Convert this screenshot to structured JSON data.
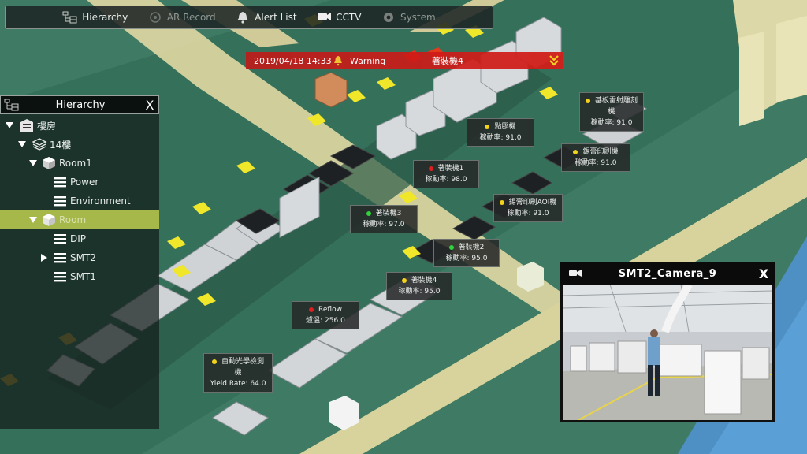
{
  "topbar": {
    "items": [
      {
        "label": "Hierarchy",
        "icon": "hierarchy-icon",
        "active": true
      },
      {
        "label": "AR Record",
        "icon": "ar-record-icon",
        "active": false
      },
      {
        "label": "Alert List",
        "icon": "bell-icon",
        "active": true
      },
      {
        "label": "CCTV",
        "icon": "camera-icon",
        "active": true
      },
      {
        "label": "System",
        "icon": "gear-icon",
        "active": false
      }
    ]
  },
  "alert": {
    "timestamp": "2019/04/18 14:33",
    "level": "Warning",
    "source": "著裝機4",
    "color": "#d01818"
  },
  "hierarchy": {
    "title": "Hierarchy",
    "close": "X",
    "items": [
      {
        "label": "樓房",
        "icon": "building-icon"
      },
      {
        "label": "14樓",
        "icon": "layers-icon"
      },
      {
        "label": "Room1",
        "icon": "cube-icon"
      },
      {
        "label": "Power",
        "icon": "list-icon"
      },
      {
        "label": "Environment",
        "icon": "list-icon"
      },
      {
        "label": "Room",
        "icon": "cube-icon",
        "selected": true
      },
      {
        "label": "DIP",
        "icon": "list-icon"
      },
      {
        "label": "SMT2",
        "icon": "list-icon"
      },
      {
        "label": "SMT1",
        "icon": "list-icon"
      }
    ]
  },
  "machines": [
    {
      "name": "基板雷射雕刻機",
      "metric": "稼動率: 91.0",
      "status": "yellow"
    },
    {
      "name": "點膠機",
      "metric": "稼動率: 91.0",
      "status": "yellow"
    },
    {
      "name": "錫膏印刷機",
      "metric": "稼動率: 91.0",
      "status": "yellow"
    },
    {
      "name": "著裝機1",
      "metric": "稼動率: 98.0",
      "status": "red"
    },
    {
      "name": "錫膏印刷AOI機",
      "metric": "稼動率: 91.0",
      "status": "yellow"
    },
    {
      "name": "著裝機3",
      "metric": "稼動率: 97.0",
      "status": "green"
    },
    {
      "name": "著裝機2",
      "metric": "稼動率: 95.0",
      "status": "green"
    },
    {
      "name": "著裝機4",
      "metric": "稼動率: 95.0",
      "status": "yellow"
    },
    {
      "name": "Reflow",
      "metric": "爐溫: 256.0",
      "status": "red"
    },
    {
      "name": "自動光學檢測機",
      "metric": "Yield Rate: 64.0",
      "status": "yellow"
    }
  ],
  "status_colors": {
    "yellow": "#f2d21b",
    "red": "#e02020",
    "green": "#2fd23a"
  },
  "cctv": {
    "title": "SMT2_Camera_9",
    "close": "X"
  }
}
